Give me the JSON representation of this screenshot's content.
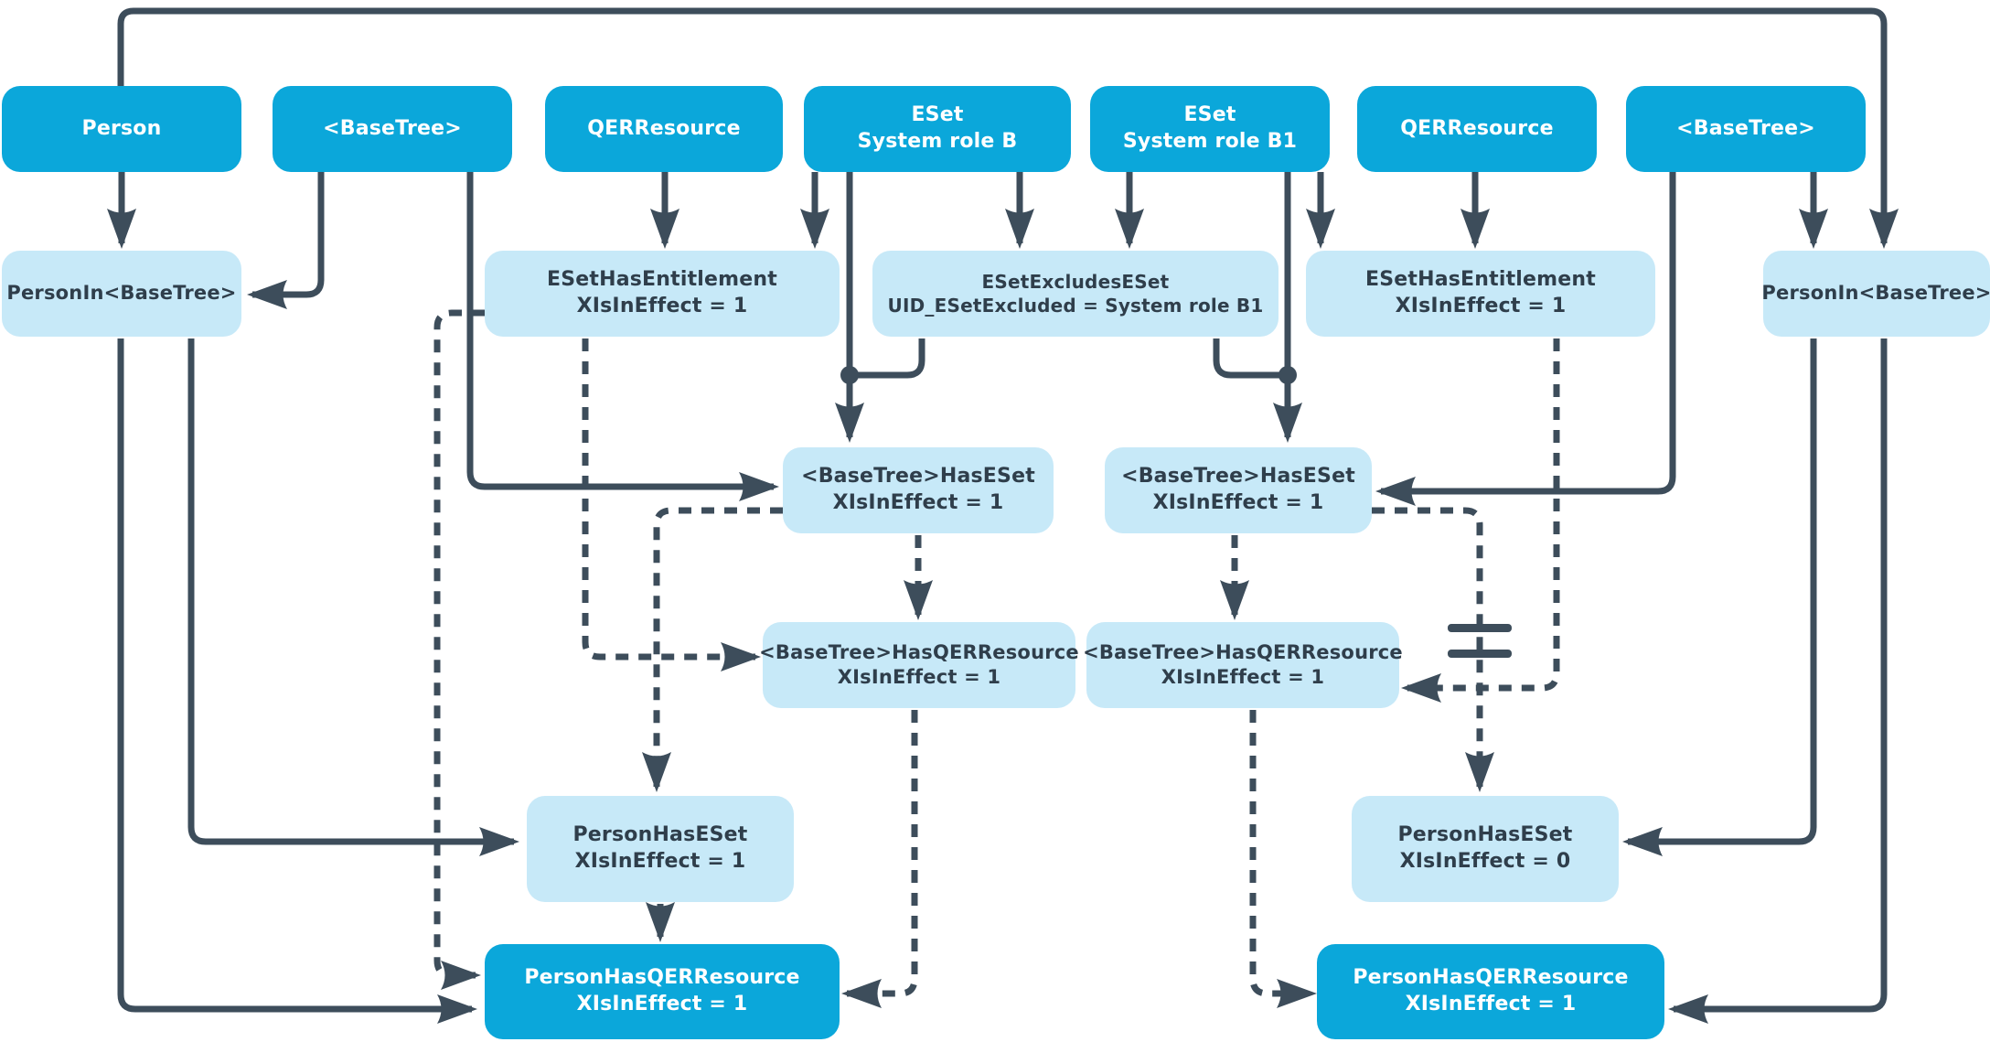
{
  "diagram": {
    "title": "System role inheritance with exclusion diagram",
    "colors": {
      "entity_box": "#0BA7DA",
      "assignment_box": "#C7E9F8",
      "connector": "#3D4D5B",
      "text_on_dark": "#FFFFFF",
      "text_on_light": "#2F3E4B",
      "background": "#FFFFFF"
    },
    "nodes": {
      "person": {
        "label": "Person"
      },
      "basetree_left": {
        "label": "<BaseTree>"
      },
      "qerresource_left": {
        "label": "QERResource"
      },
      "eset_system_role_b": {
        "line1": "ESet",
        "line2": "System role B"
      },
      "eset_system_role_b1": {
        "line1": "ESet",
        "line2": "System role B1"
      },
      "qerresource_right": {
        "label": "QERResource"
      },
      "basetree_right": {
        "label": "<BaseTree>"
      },
      "personin_basetree_left": {
        "label": "PersonIn<BaseTree>"
      },
      "esethasentitlement_left": {
        "line1": "ESetHasEntitlement",
        "line2": "XIsInEffect = 1"
      },
      "esetexcludeseset": {
        "line1": "ESetExcludesESet",
        "line2": "UID_ESetExcluded = System role B1"
      },
      "esethasentitlement_right": {
        "line1": "ESetHasEntitlement",
        "line2": "XIsInEffect = 1"
      },
      "personin_basetree_right": {
        "label": "PersonIn<BaseTree>"
      },
      "basetree_haseset_left": {
        "line1": "<BaseTree>HasESet",
        "line2": "XIsInEffect = 1"
      },
      "basetree_haseset_right": {
        "line1": "<BaseTree>HasESet",
        "line2": "XIsInEffect = 1"
      },
      "basetree_hasqerresource_left": {
        "line1": "<BaseTree>HasQERResource",
        "line2": "XIsInEffect = 1"
      },
      "basetree_hasqerresource_right": {
        "line1": "<BaseTree>HasQERResource",
        "line2": "XIsInEffect = 1"
      },
      "personhaseset_left": {
        "line1": "PersonHasESet",
        "line2": "XIsInEffect = 1"
      },
      "personhaseset_right": {
        "line1": "PersonHasESet",
        "line2": "XIsInEffect = 0"
      },
      "personhasqerresource_left": {
        "line1": "PersonHasQERResource",
        "line2": "XIsInEffect = 1"
      },
      "personhasqerresource_right": {
        "line1": "PersonHasQERResource",
        "line2": "XIsInEffect = 1"
      }
    }
  }
}
